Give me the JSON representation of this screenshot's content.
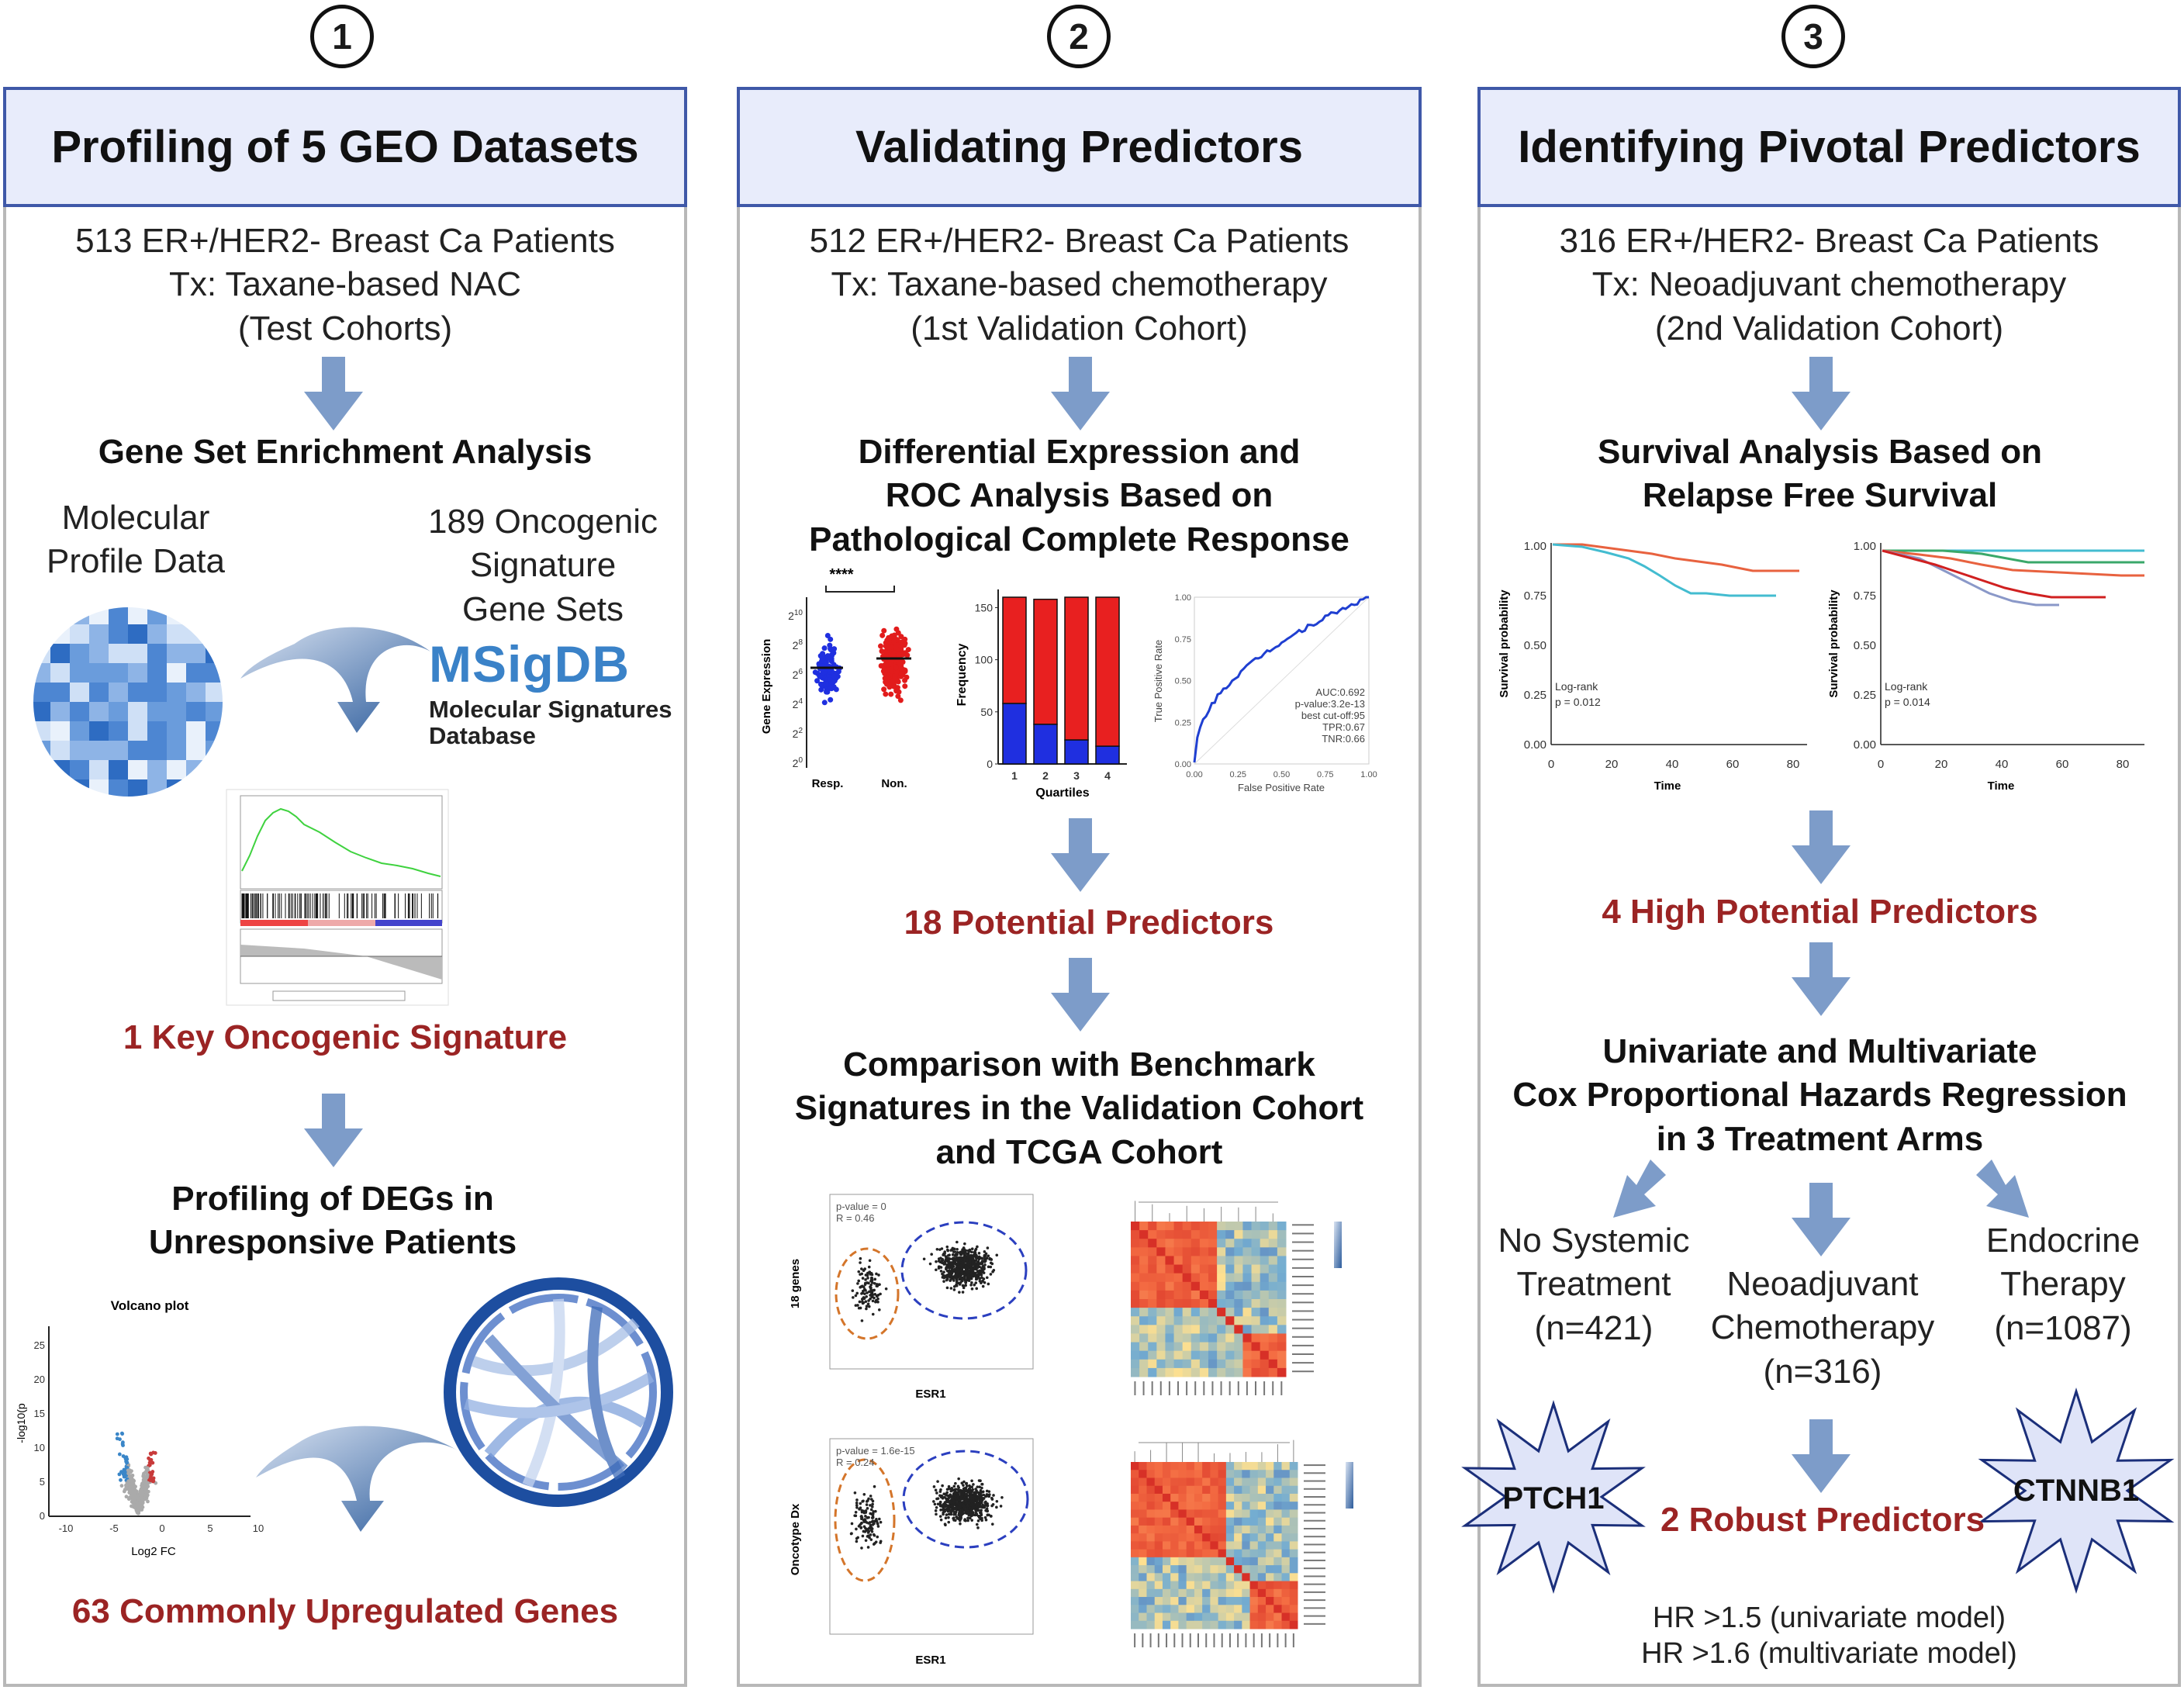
{
  "steps": [
    "1",
    "2",
    "3"
  ],
  "col1": {
    "title": "Profiling of 5 GEO Datasets",
    "cohort": [
      "513 ER+/HER2- Breast Ca Patients",
      "Tx: Taxane-based NAC",
      "(Test Cohorts)"
    ],
    "analysis": "Gene Set Enrichment Analysis",
    "left_label": [
      "Molecular",
      "Profile Data"
    ],
    "right_label": [
      "189 Oncogenic",
      "Signature",
      "Gene Sets"
    ],
    "msigdb_logo": "MSigDB",
    "msigdb_sub": [
      "Molecular Signatures",
      "Database"
    ],
    "result1": "1 Key Oncogenic Signature",
    "profiling": [
      "Profiling of DEGs in",
      "Unresponsive Patients"
    ],
    "volcano_title": "Volcano plot",
    "volcano_xlabel": "Log2 FC",
    "volcano_ylabel": "-log10(p",
    "volcano_yticks": [
      "0",
      "5",
      "10",
      "15",
      "20",
      "25"
    ],
    "volcano_xticks": [
      "-10",
      "-5",
      "0",
      "5",
      "10"
    ],
    "result2": "63 Commonly Upregulated Genes"
  },
  "col2": {
    "title": "Validating Predictors",
    "cohort": [
      "512 ER+/HER2- Breast Ca Patients",
      "Tx: Taxane-based chemotherapy",
      "(1st Validation Cohort)"
    ],
    "analysis": [
      "Differential Expression and",
      "ROC Analysis Based on",
      "Pathological Complete Response"
    ],
    "dot_ylabel": "Gene Expression",
    "dot_xticks": [
      "Resp.",
      "Non."
    ],
    "dot_sig": "****",
    "bar_ylabel": "Frequency",
    "bar_xlabel": "Quartiles",
    "bar_yticks": [
      "0",
      "50",
      "100",
      "150"
    ],
    "bar_xticks": [
      "1",
      "2",
      "3",
      "4"
    ],
    "roc_ylabel": "True Positive Rate",
    "roc_xlabel": "False Positive Rate",
    "roc_ticks": [
      "0.00",
      "0.25",
      "0.50",
      "0.75",
      "1.00"
    ],
    "roc_stats": [
      "AUC:0.692",
      "p-value:3.2e-13",
      "best cut-off:95",
      "TPR:0.67",
      "TNR:0.66"
    ],
    "result1": "18 Potential Predictors",
    "comparison": [
      "Comparison with Benchmark",
      "Signatures  in the Validation Cohort",
      "and TCGA Cohort"
    ],
    "scatter1_stats": [
      "p-value = 0",
      "R = 0.46"
    ],
    "scatter1_ylabel": "18 genes",
    "scatter2_stats": [
      "p-value = 1.6e-15",
      "R = 0.24"
    ],
    "scatter2_ylabel": "Oncotype Dx",
    "scatter_xlabel": "ESR1"
  },
  "col3": {
    "title": "Identifying Pivotal Predictors",
    "cohort": [
      "316 ER+/HER2- Breast Ca Patients",
      "Tx: Neoadjuvant chemotherapy",
      "(2nd Validation Cohort)"
    ],
    "analysis": [
      "Survival Analysis Based on",
      "Relapse Free Survival"
    ],
    "km_ylabel": "Survival probability",
    "km_xlabel": "Time",
    "km_yticks": [
      "0.00",
      "0.25",
      "0.50",
      "0.75",
      "1.00"
    ],
    "km_xticks": [
      "0",
      "20",
      "40",
      "60",
      "80"
    ],
    "km1_stats": [
      "Log-rank",
      "p = 0.012"
    ],
    "km2_stats": [
      "Log-rank",
      "p = 0.014"
    ],
    "result1": "4 High Potential Predictors",
    "cox": [
      "Univariate and Multivariate",
      "Cox Proportional Hazards Regression",
      "in 3 Treatment Arms"
    ],
    "arm1": [
      "No Systemic",
      "Treatment",
      "(n=421)"
    ],
    "arm2": [
      "Neoadjuvant",
      "Chemotherapy",
      "(n=316)"
    ],
    "arm3": [
      "Endocrine",
      "Therapy",
      "(n=1087)"
    ],
    "star1": "PTCH1",
    "star2": "CTNNB1",
    "result2": "2 Robust Predictors",
    "hr": [
      "HR >1.5 (univariate model)",
      "HR >1.6 (multivariate model)"
    ]
  },
  "colors": {
    "header_fill": "#e8ecfb",
    "header_border": "#3f58a8",
    "result_red": "#9b2424",
    "arrow_blue": "#7d9cc9",
    "star_fill": "#dfe4f8"
  }
}
